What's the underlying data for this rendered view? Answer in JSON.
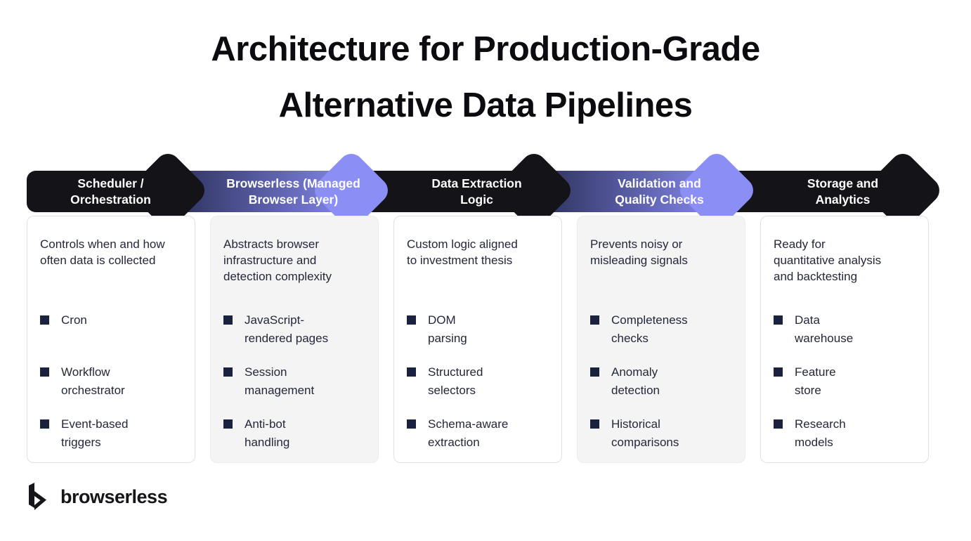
{
  "title": "Architecture for Production-Grade\nAlternative Data Pipelines",
  "logo": {
    "text": "browserless",
    "mark": "browserless-b-icon"
  },
  "colors": {
    "arrow_black": "#131318",
    "arrow_gradient_start": "#262b52",
    "arrow_gradient_end": "#8b8ef5",
    "arrow_purple_head": "#8b8ef5",
    "body_text": "#23283a",
    "bullet_square": "#1b2240",
    "card_gray_bg": "#f4f4f5",
    "card_white_bg": "#ffffff"
  },
  "stages": [
    {
      "title": "Scheduler /\nOrchestration",
      "arrow_style": "black",
      "card_style": "white",
      "description": "Controls when and how\noften data is collected",
      "bullets": [
        "Cron",
        "Workflow\norchestrator",
        "Event-based\ntriggers"
      ]
    },
    {
      "title": "Browserless (Managed\nBrowser Layer)",
      "arrow_style": "gradient",
      "card_style": "gray",
      "description": "Abstracts browser\ninfrastructure and\ndetection complexity",
      "bullets": [
        "JavaScript-\nrendered pages",
        "Session\nmanagement",
        "Anti-bot\nhandling"
      ]
    },
    {
      "title": "Data Extraction\nLogic",
      "arrow_style": "black",
      "card_style": "white",
      "description": "Custom logic aligned\nto investment thesis",
      "bullets": [
        "DOM\nparsing",
        "Structured\nselectors",
        "Schema-aware\nextraction"
      ]
    },
    {
      "title": "Validation and\nQuality Checks",
      "arrow_style": "gradient",
      "card_style": "gray",
      "description": "Prevents noisy or\nmisleading signals",
      "bullets": [
        "Completeness\nchecks",
        "Anomaly\ndetection",
        "Historical\ncomparisons"
      ]
    },
    {
      "title": "Storage and\nAnalytics",
      "arrow_style": "black",
      "card_style": "white",
      "description": "Ready for\nquantitative analysis\nand backtesting",
      "bullets": [
        "Data\nwarehouse",
        "Feature\nstore",
        "Research\nmodels"
      ]
    }
  ]
}
